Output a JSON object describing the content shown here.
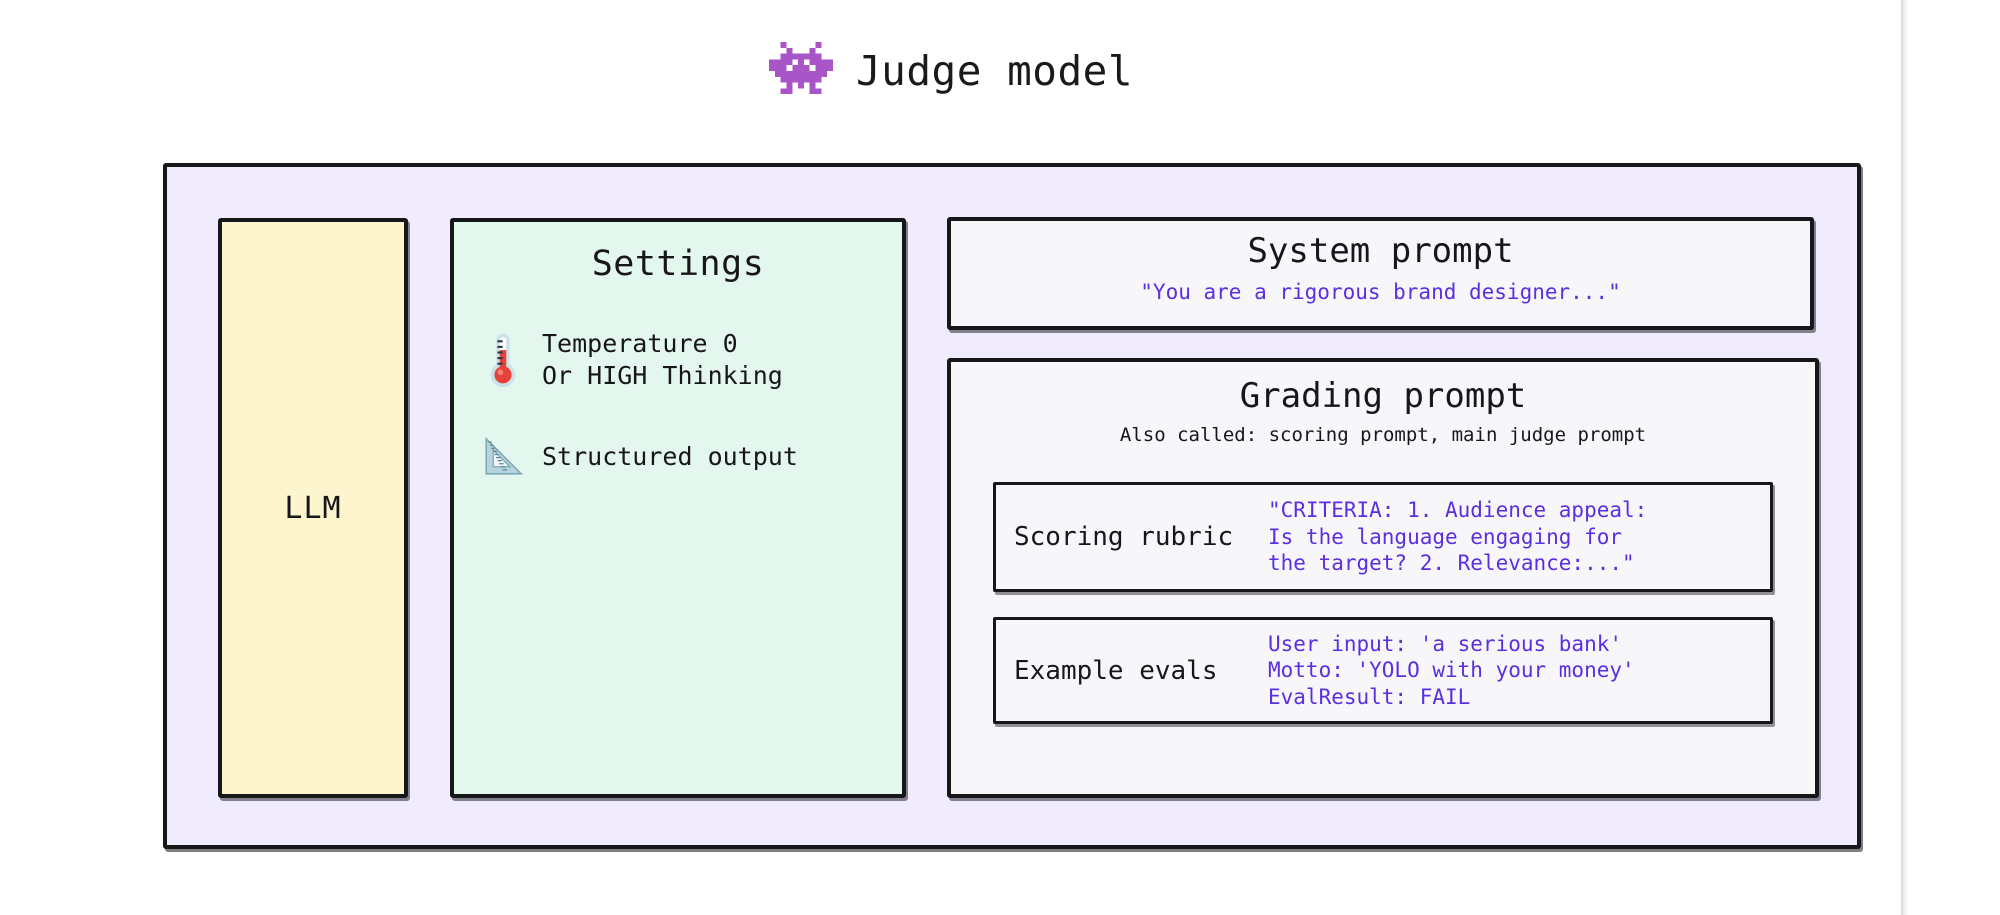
{
  "header": {
    "icon": "alien-monster-icon",
    "title": "Judge model",
    "icon_color": "#a855c8"
  },
  "colors": {
    "container_bg": "#f0ecfd",
    "llm_bg": "#fdf5ce",
    "settings_bg": "#e4f7ef",
    "prompt_bg": "#f7f7fa",
    "stroke": "#17171a",
    "quote_text": "#5b2ee0",
    "page_bg": "#ffffff"
  },
  "diagram": {
    "llm": {
      "label": "LLM"
    },
    "settings": {
      "title": "Settings",
      "rows": [
        {
          "icon": "thermometer-icon",
          "text": "Temperature 0\nOr HIGH Thinking"
        },
        {
          "icon": "triangular-ruler-icon",
          "text": "Structured output"
        }
      ]
    },
    "system_prompt": {
      "title": "System prompt",
      "example": "\"You are a rigorous brand designer...\""
    },
    "grading_prompt": {
      "title": "Grading prompt",
      "subtitle": "Also called: scoring prompt, main judge prompt",
      "rows": [
        {
          "label": "Scoring rubric",
          "value": "\"CRITERIA: 1. Audience appeal:\nIs the language engaging for\nthe target? 2. Relevance:...\""
        },
        {
          "label": "Example evals",
          "value": "User input: 'a serious bank'\nMotto: 'YOLO with your money'\nEvalResult: FAIL"
        }
      ]
    }
  }
}
